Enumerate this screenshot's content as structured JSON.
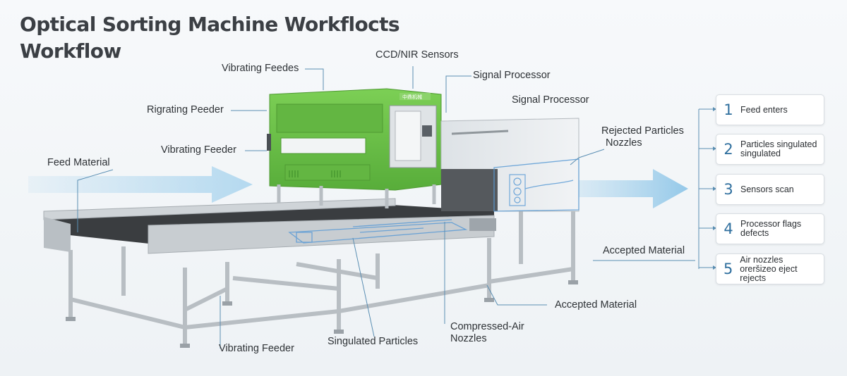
{
  "title": {
    "line1": "Optical Sorting Machine Workflocts",
    "line2": "Workflow"
  },
  "machine_badge": "中鼎机械",
  "labels": {
    "ccd_nir": "CCD/NIR Sensors",
    "vibrating_feedes": "Vibrating Feedes",
    "signal_processor_1": "Signal Processor",
    "signal_processor_2": "Signal Processor",
    "rigrating_peeder": "Rigrating Peeder",
    "vibrating_feeder_upper": "Vibrating Feeder",
    "feed_material": "Feed Material",
    "rejected_line1": "Rejected Particles",
    "rejected_line2": "Nozzles",
    "accepted_right": "Accepted Material",
    "accepted_bottom": "Accepted Material",
    "compressed_line1": "Compressed-Air",
    "compressed_line2": "Nozzles",
    "singulated": "Singulated Particles",
    "vibrating_feeder_bottom": "Vibrating Feeder"
  },
  "steps": [
    {
      "num": "1",
      "line1": "Feed enters",
      "line2": ""
    },
    {
      "num": "2",
      "line1": "Particles singulated",
      "line2": "singulated"
    },
    {
      "num": "3",
      "line1": "Sensors scan",
      "line2": ""
    },
    {
      "num": "4",
      "line1": "Processor flags",
      "line2": "defects"
    },
    {
      "num": "5",
      "line1": "Air nozzles",
      "line2": "oreršizeo eject rejects"
    }
  ],
  "colors": {
    "machine_green": "#6cc04a",
    "frame_steel": "#c3c8cc",
    "belt_dark": "#3a3d40",
    "flow_arrow": "#a9d4ee",
    "step_number": "#2f6f9e",
    "leader_line": "#5b8fb3"
  }
}
